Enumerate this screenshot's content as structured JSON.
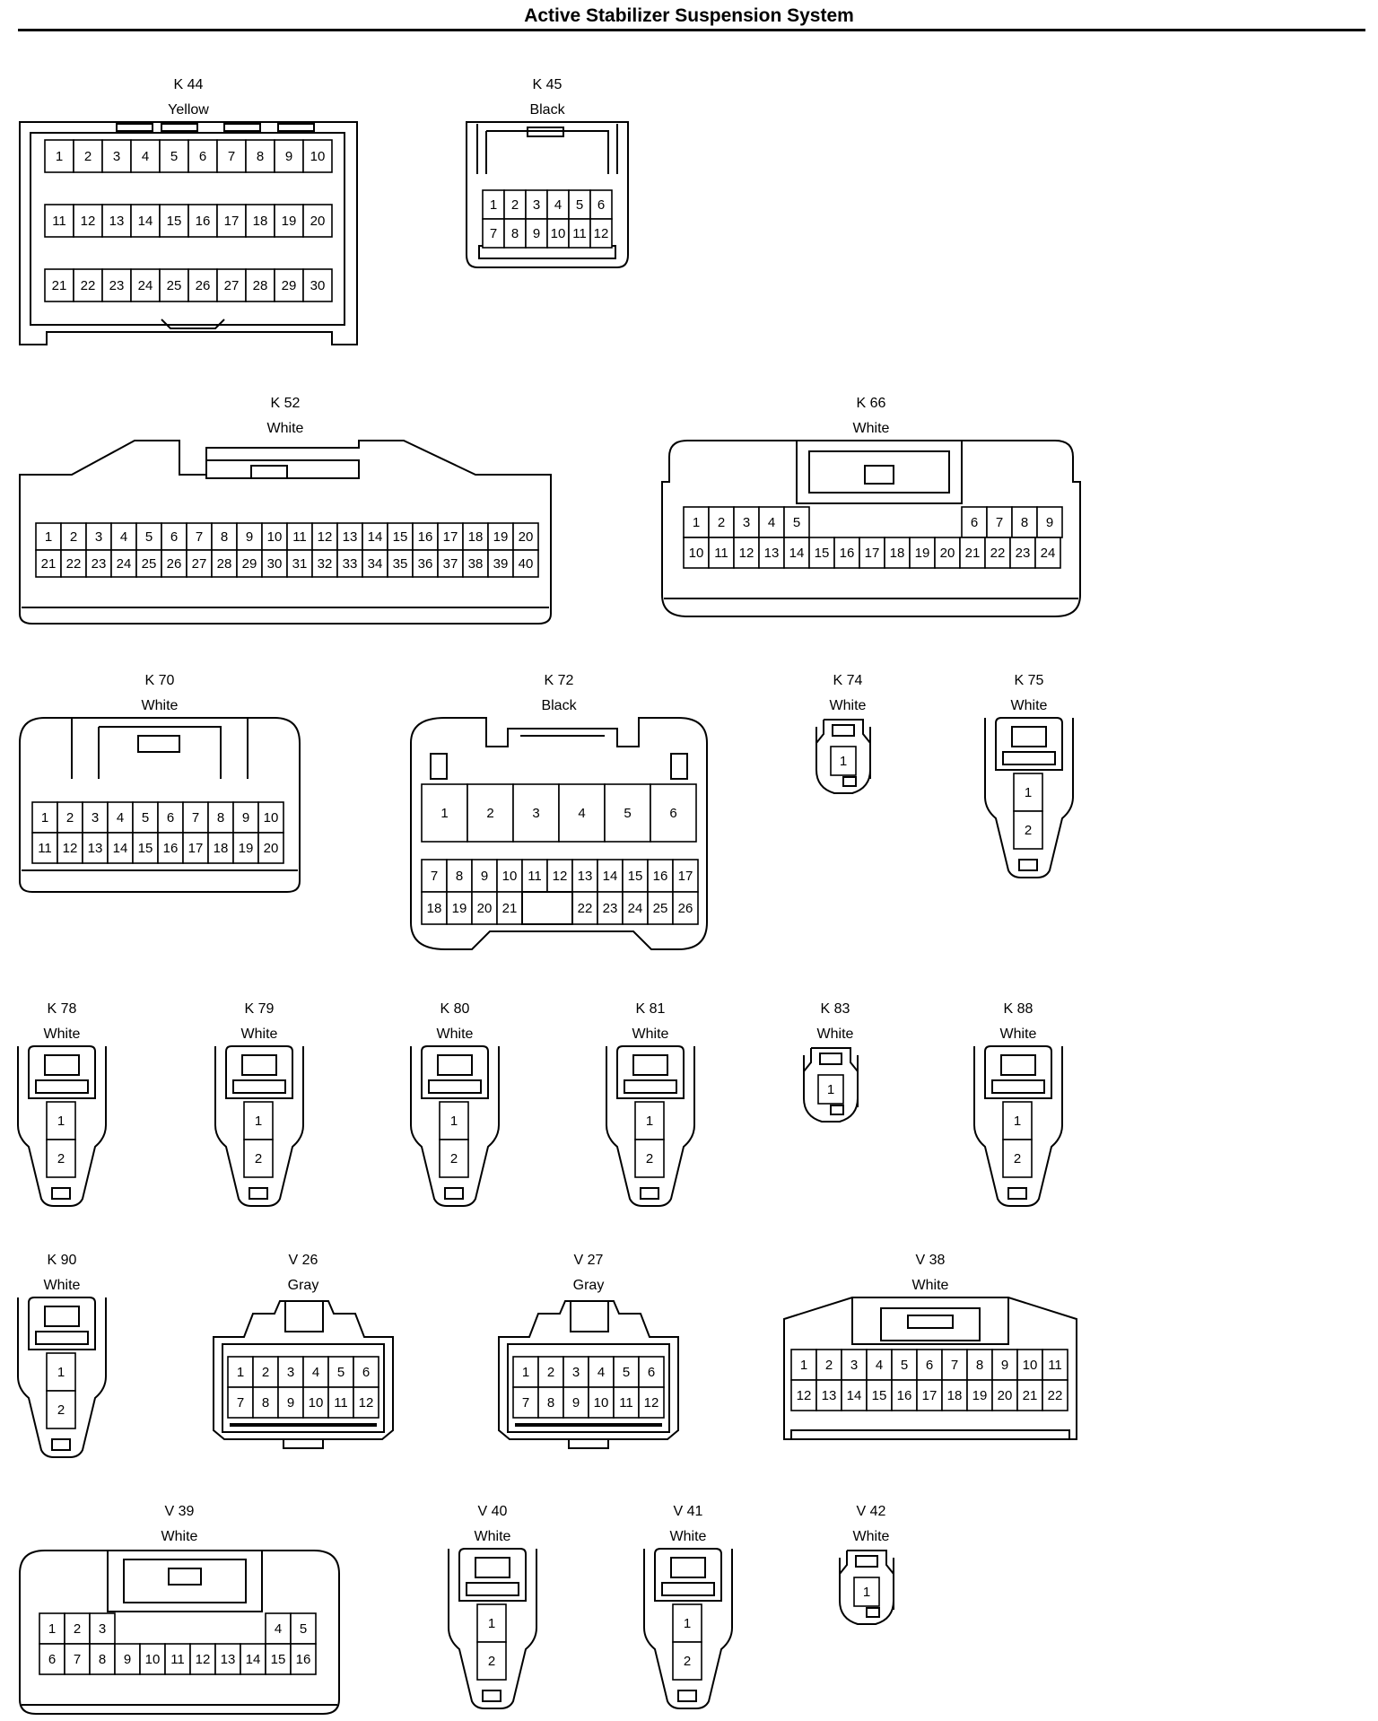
{
  "title": "Active Stabilizer Suspension System",
  "connectors": {
    "K44": {
      "code": "K 44",
      "color": "Yellow"
    },
    "K45": {
      "code": "K 45",
      "color": "Black"
    },
    "K52": {
      "code": "K 52",
      "color": "White"
    },
    "K66": {
      "code": "K 66",
      "color": "White"
    },
    "K70": {
      "code": "K 70",
      "color": "White"
    },
    "K72": {
      "code": "K 72",
      "color": "Black"
    },
    "K74": {
      "code": "K 74",
      "color": "White"
    },
    "K75": {
      "code": "K 75",
      "color": "White"
    },
    "K78": {
      "code": "K 78",
      "color": "White"
    },
    "K79": {
      "code": "K 79",
      "color": "White"
    },
    "K80": {
      "code": "K 80",
      "color": "White"
    },
    "K81": {
      "code": "K 81",
      "color": "White"
    },
    "K83": {
      "code": "K 83",
      "color": "White"
    },
    "K88": {
      "code": "K 88",
      "color": "White"
    },
    "K90": {
      "code": "K 90",
      "color": "White"
    },
    "V26": {
      "code": "V 26",
      "color": "Gray"
    },
    "V27": {
      "code": "V 27",
      "color": "Gray"
    },
    "V38": {
      "code": "V 38",
      "color": "White"
    },
    "V39": {
      "code": "V 39",
      "color": "White"
    },
    "V40": {
      "code": "V 40",
      "color": "White"
    },
    "V41": {
      "code": "V 41",
      "color": "White"
    },
    "V42": {
      "code": "V 42",
      "color": "White"
    }
  }
}
